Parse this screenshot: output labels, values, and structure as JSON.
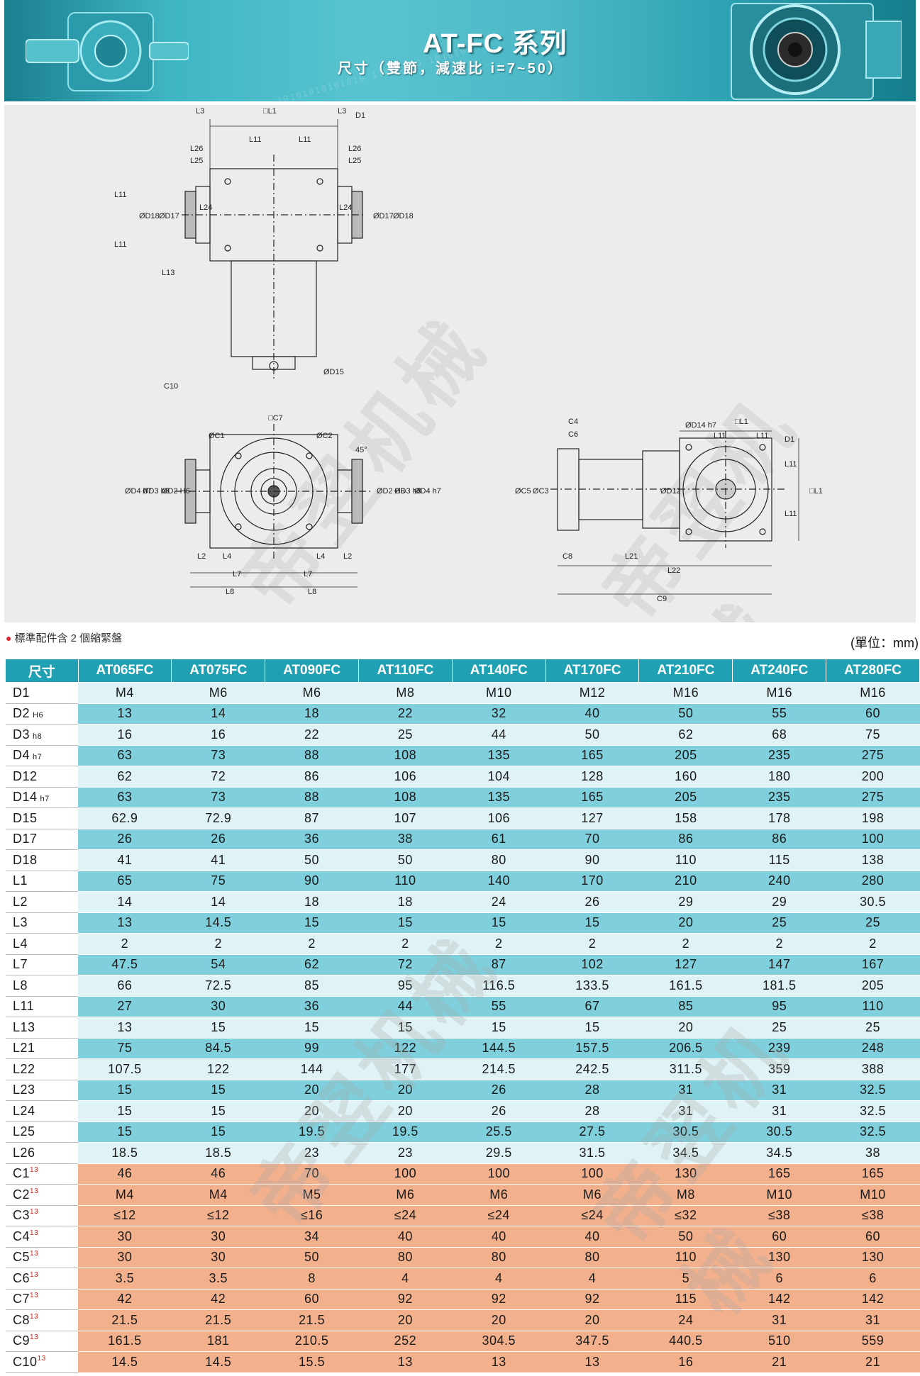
{
  "banner": {
    "title": "AT-FC 系列",
    "subtitle": "尺寸（雙節，減速比 i=7~50）"
  },
  "note": "標準配件含 2 個縮緊盤",
  "unit": "(單位：mm)",
  "watermark": "帝翌机械",
  "drawing_labels": {
    "top_view": [
      "L3",
      "□L1",
      "L3",
      "D1",
      "L11",
      "L11",
      "L26",
      "L25",
      "L26",
      "L25",
      "L11",
      "L11",
      "ØD18",
      "ØD17",
      "L24",
      "L24",
      "ØD17",
      "ØD18",
      "L13",
      "ØD15",
      "C10"
    ],
    "front_view": [
      "□C7",
      "ØC1",
      "ØC2",
      "45°",
      "ØD4 h7",
      "ØD3 h8",
      "ØD2 H6",
      "ØD2 H6",
      "ØD3 h8",
      "ØD4 h7",
      "L2",
      "L4",
      "L4",
      "L2",
      "L7",
      "L7",
      "L8",
      "L8"
    ],
    "side_view": [
      "C4",
      "C6",
      "ØD14 h7",
      "□L1",
      "L11",
      "L11",
      "D1",
      "ØC5",
      "ØC3",
      "ØD12",
      "L11",
      "L11",
      "□L1",
      "C8",
      "L21",
      "L22",
      "C9"
    ]
  },
  "table": {
    "header": [
      "尺寸",
      "AT065FC",
      "AT075FC",
      "AT090FC",
      "AT110FC",
      "AT140FC",
      "AT170FC",
      "AT210FC",
      "AT240FC",
      "AT280FC"
    ],
    "rows": [
      {
        "name": "D1",
        "sub": "",
        "sup": "",
        "style": "l",
        "values": [
          "M4",
          "M6",
          "M6",
          "M8",
          "M10",
          "M12",
          "M16",
          "M16",
          "M16"
        ]
      },
      {
        "name": "D2",
        "sub": "H6",
        "sup": "",
        "style": "d",
        "values": [
          "13",
          "14",
          "18",
          "22",
          "32",
          "40",
          "50",
          "55",
          "60"
        ]
      },
      {
        "name": "D3",
        "sub": "h8",
        "sup": "",
        "style": "l",
        "values": [
          "16",
          "16",
          "22",
          "25",
          "44",
          "50",
          "62",
          "68",
          "75"
        ]
      },
      {
        "name": "D4",
        "sub": "h7",
        "sup": "",
        "style": "d",
        "values": [
          "63",
          "73",
          "88",
          "108",
          "135",
          "165",
          "205",
          "235",
          "275"
        ]
      },
      {
        "name": "D12",
        "sub": "",
        "sup": "",
        "style": "l",
        "values": [
          "62",
          "72",
          "86",
          "106",
          "104",
          "128",
          "160",
          "180",
          "200"
        ]
      },
      {
        "name": "D14",
        "sub": "h7",
        "sup": "",
        "style": "d",
        "values": [
          "63",
          "73",
          "88",
          "108",
          "135",
          "165",
          "205",
          "235",
          "275"
        ]
      },
      {
        "name": "D15",
        "sub": "",
        "sup": "",
        "style": "l",
        "values": [
          "62.9",
          "72.9",
          "87",
          "107",
          "106",
          "127",
          "158",
          "178",
          "198"
        ]
      },
      {
        "name": "D17",
        "sub": "",
        "sup": "",
        "style": "d",
        "values": [
          "26",
          "26",
          "36",
          "38",
          "61",
          "70",
          "86",
          "86",
          "100"
        ]
      },
      {
        "name": "D18",
        "sub": "",
        "sup": "",
        "style": "l",
        "values": [
          "41",
          "41",
          "50",
          "50",
          "80",
          "90",
          "110",
          "115",
          "138"
        ]
      },
      {
        "name": "L1",
        "sub": "",
        "sup": "",
        "style": "d",
        "values": [
          "65",
          "75",
          "90",
          "110",
          "140",
          "170",
          "210",
          "240",
          "280"
        ]
      },
      {
        "name": "L2",
        "sub": "",
        "sup": "",
        "style": "l",
        "values": [
          "14",
          "14",
          "18",
          "18",
          "24",
          "26",
          "29",
          "29",
          "30.5"
        ]
      },
      {
        "name": "L3",
        "sub": "",
        "sup": "",
        "style": "d",
        "values": [
          "13",
          "14.5",
          "15",
          "15",
          "15",
          "15",
          "20",
          "25",
          "25"
        ]
      },
      {
        "name": "L4",
        "sub": "",
        "sup": "",
        "style": "l",
        "values": [
          "2",
          "2",
          "2",
          "2",
          "2",
          "2",
          "2",
          "2",
          "2"
        ]
      },
      {
        "name": "L7",
        "sub": "",
        "sup": "",
        "style": "d",
        "values": [
          "47.5",
          "54",
          "62",
          "72",
          "87",
          "102",
          "127",
          "147",
          "167"
        ]
      },
      {
        "name": "L8",
        "sub": "",
        "sup": "",
        "style": "l",
        "values": [
          "66",
          "72.5",
          "85",
          "95",
          "116.5",
          "133.5",
          "161.5",
          "181.5",
          "205"
        ]
      },
      {
        "name": "L11",
        "sub": "",
        "sup": "",
        "style": "d",
        "values": [
          "27",
          "30",
          "36",
          "44",
          "55",
          "67",
          "85",
          "95",
          "110"
        ]
      },
      {
        "name": "L13",
        "sub": "",
        "sup": "",
        "style": "l",
        "values": [
          "13",
          "15",
          "15",
          "15",
          "15",
          "15",
          "20",
          "25",
          "25"
        ]
      },
      {
        "name": "L21",
        "sub": "",
        "sup": "",
        "style": "d",
        "values": [
          "75",
          "84.5",
          "99",
          "122",
          "144.5",
          "157.5",
          "206.5",
          "239",
          "248"
        ]
      },
      {
        "name": "L22",
        "sub": "",
        "sup": "",
        "style": "l",
        "values": [
          "107.5",
          "122",
          "144",
          "177",
          "214.5",
          "242.5",
          "311.5",
          "359",
          "388"
        ]
      },
      {
        "name": "L23",
        "sub": "",
        "sup": "",
        "style": "d",
        "values": [
          "15",
          "15",
          "20",
          "20",
          "26",
          "28",
          "31",
          "31",
          "32.5"
        ]
      },
      {
        "name": "L24",
        "sub": "",
        "sup": "",
        "style": "l",
        "values": [
          "15",
          "15",
          "20",
          "20",
          "26",
          "28",
          "31",
          "31",
          "32.5"
        ]
      },
      {
        "name": "L25",
        "sub": "",
        "sup": "",
        "style": "d",
        "values": [
          "15",
          "15",
          "19.5",
          "19.5",
          "25.5",
          "27.5",
          "30.5",
          "30.5",
          "32.5"
        ]
      },
      {
        "name": "L26",
        "sub": "",
        "sup": "",
        "style": "l",
        "values": [
          "18.5",
          "18.5",
          "23",
          "23",
          "29.5",
          "31.5",
          "34.5",
          "34.5",
          "38"
        ]
      },
      {
        "name": "C1",
        "sub": "",
        "sup": "13",
        "style": "c",
        "values": [
          "46",
          "46",
          "70",
          "100",
          "100",
          "100",
          "130",
          "165",
          "165"
        ]
      },
      {
        "name": "C2",
        "sub": "",
        "sup": "13",
        "style": "c",
        "values": [
          "M4",
          "M4",
          "M5",
          "M6",
          "M6",
          "M6",
          "M8",
          "M10",
          "M10"
        ]
      },
      {
        "name": "C3",
        "sub": "",
        "sup": "13",
        "style": "c",
        "values": [
          "≤12",
          "≤12",
          "≤16",
          "≤24",
          "≤24",
          "≤24",
          "≤32",
          "≤38",
          "≤38"
        ]
      },
      {
        "name": "C4",
        "sub": "",
        "sup": "13",
        "style": "c",
        "values": [
          "30",
          "30",
          "34",
          "40",
          "40",
          "40",
          "50",
          "60",
          "60"
        ]
      },
      {
        "name": "C5",
        "sub": "",
        "sup": "13",
        "style": "c",
        "values": [
          "30",
          "30",
          "50",
          "80",
          "80",
          "80",
          "110",
          "130",
          "130"
        ]
      },
      {
        "name": "C6",
        "sub": "",
        "sup": "13",
        "style": "c",
        "values": [
          "3.5",
          "3.5",
          "8",
          "4",
          "4",
          "4",
          "5",
          "6",
          "6"
        ]
      },
      {
        "name": "C7",
        "sub": "",
        "sup": "13",
        "style": "c",
        "values": [
          "42",
          "42",
          "60",
          "92",
          "92",
          "92",
          "115",
          "142",
          "142"
        ]
      },
      {
        "name": "C8",
        "sub": "",
        "sup": "13",
        "style": "c",
        "values": [
          "21.5",
          "21.5",
          "21.5",
          "20",
          "20",
          "20",
          "24",
          "31",
          "31"
        ]
      },
      {
        "name": "C9",
        "sub": "",
        "sup": "13",
        "style": "c",
        "values": [
          "161.5",
          "181",
          "210.5",
          "252",
          "304.5",
          "347.5",
          "440.5",
          "510",
          "559"
        ]
      },
      {
        "name": "C10",
        "sub": "",
        "sup": "13",
        "style": "c",
        "values": [
          "14.5",
          "14.5",
          "15.5",
          "13",
          "13",
          "13",
          "16",
          "21",
          "21"
        ]
      }
    ]
  }
}
